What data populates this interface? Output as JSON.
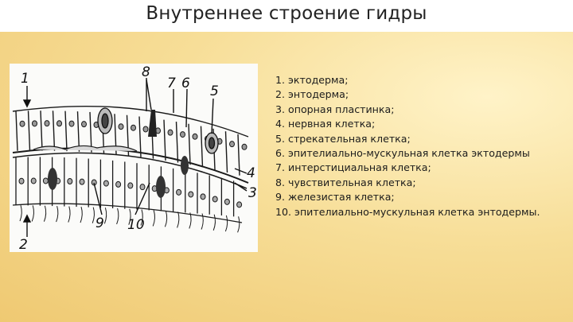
{
  "title": "Внутреннее строение гидры",
  "figure": {
    "labels": [
      "1",
      "2",
      "3",
      "4",
      "5",
      "6",
      "7",
      "8",
      "9",
      "10"
    ]
  },
  "legend": [
    "1. эктодерма;",
    "2. энтодерма;",
    "3. опорная пластинка;",
    "4. нервная клетка;",
    "5. стрекательная клетка;",
    "6. эпителиально-мускульная клетка эктодермы",
    "7. интерстициальная клетка;",
    "8. чувствительная клетка;",
    "9. железистая клетка;",
    "10. эпителиально-мускульная клетка  энтодермы."
  ]
}
